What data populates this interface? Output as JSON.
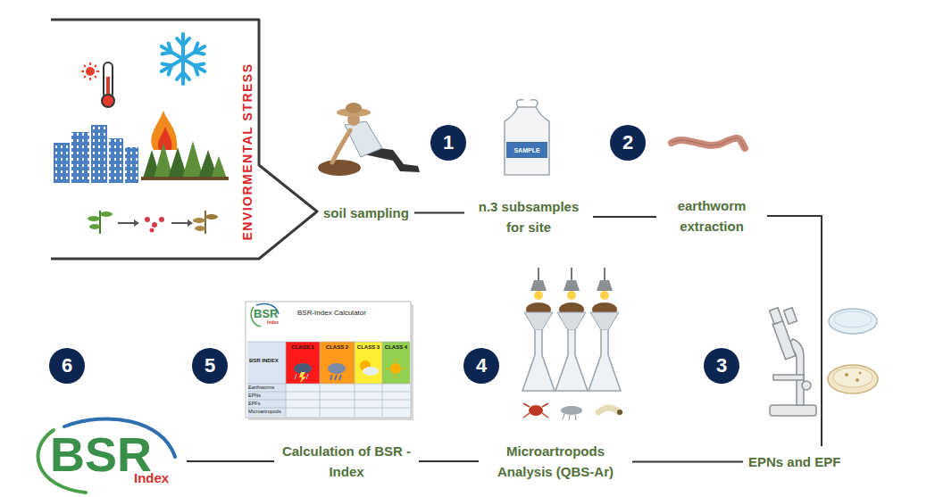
{
  "diagram": {
    "nodes": [
      {
        "text": [
          "ENVIORMENTAL STRESS"
        ]
      },
      {
        "text": [
          "soil sampling"
        ]
      },
      {
        "text": [
          "1"
        ]
      },
      {
        "text": [
          "n.3 subsamples for site"
        ]
      },
      {
        "text": [
          "2"
        ]
      },
      {
        "text": [
          "earthworm extraction"
        ]
      },
      {
        "text": [
          "6"
        ]
      },
      {
        "text": [
          "5"
        ]
      },
      {
        "text": [
          "BSR",
          "Index",
          "BSR-Index Calculator",
          "BSR INDEX",
          "Earthworms",
          "EPNs",
          "EPFs",
          "Microartropods"
        ]
      },
      {
        "text": [
          "CLASS 1"
        ],
        "in": 8
      },
      {
        "text": [
          "CLASS 2"
        ],
        "in": 8
      },
      {
        "text": [
          "CLASS 3"
        ],
        "in": 8
      },
      {
        "text": [
          "CLASS 4"
        ],
        "in": 8
      },
      {
        "text": [
          "4"
        ]
      },
      {
        "text": [
          "3"
        ]
      },
      {
        "text": [
          "BSR",
          "Index"
        ]
      },
      {
        "text": [
          "Calculation of BSR - Index"
        ]
      },
      {
        "text": [
          "Microartropods Analysis (QBS-Ar)"
        ]
      },
      {
        "text": [
          "EPNs and EPF"
        ]
      }
    ],
    "edges": [
      {
        "from": 1,
        "to": 3,
        "arrow": "none"
      },
      {
        "from": 3,
        "to": 5,
        "arrow": "none"
      },
      {
        "from": 5,
        "to": 18,
        "arrow": "none"
      },
      {
        "from": 18,
        "to": 17,
        "arrow": "none"
      },
      {
        "from": 17,
        "to": 16,
        "arrow": "none"
      },
      {
        "from": 16,
        "to": 15,
        "arrow": "none"
      }
    ],
    "labels": [
      "SAMPLE"
    ]
  }
}
